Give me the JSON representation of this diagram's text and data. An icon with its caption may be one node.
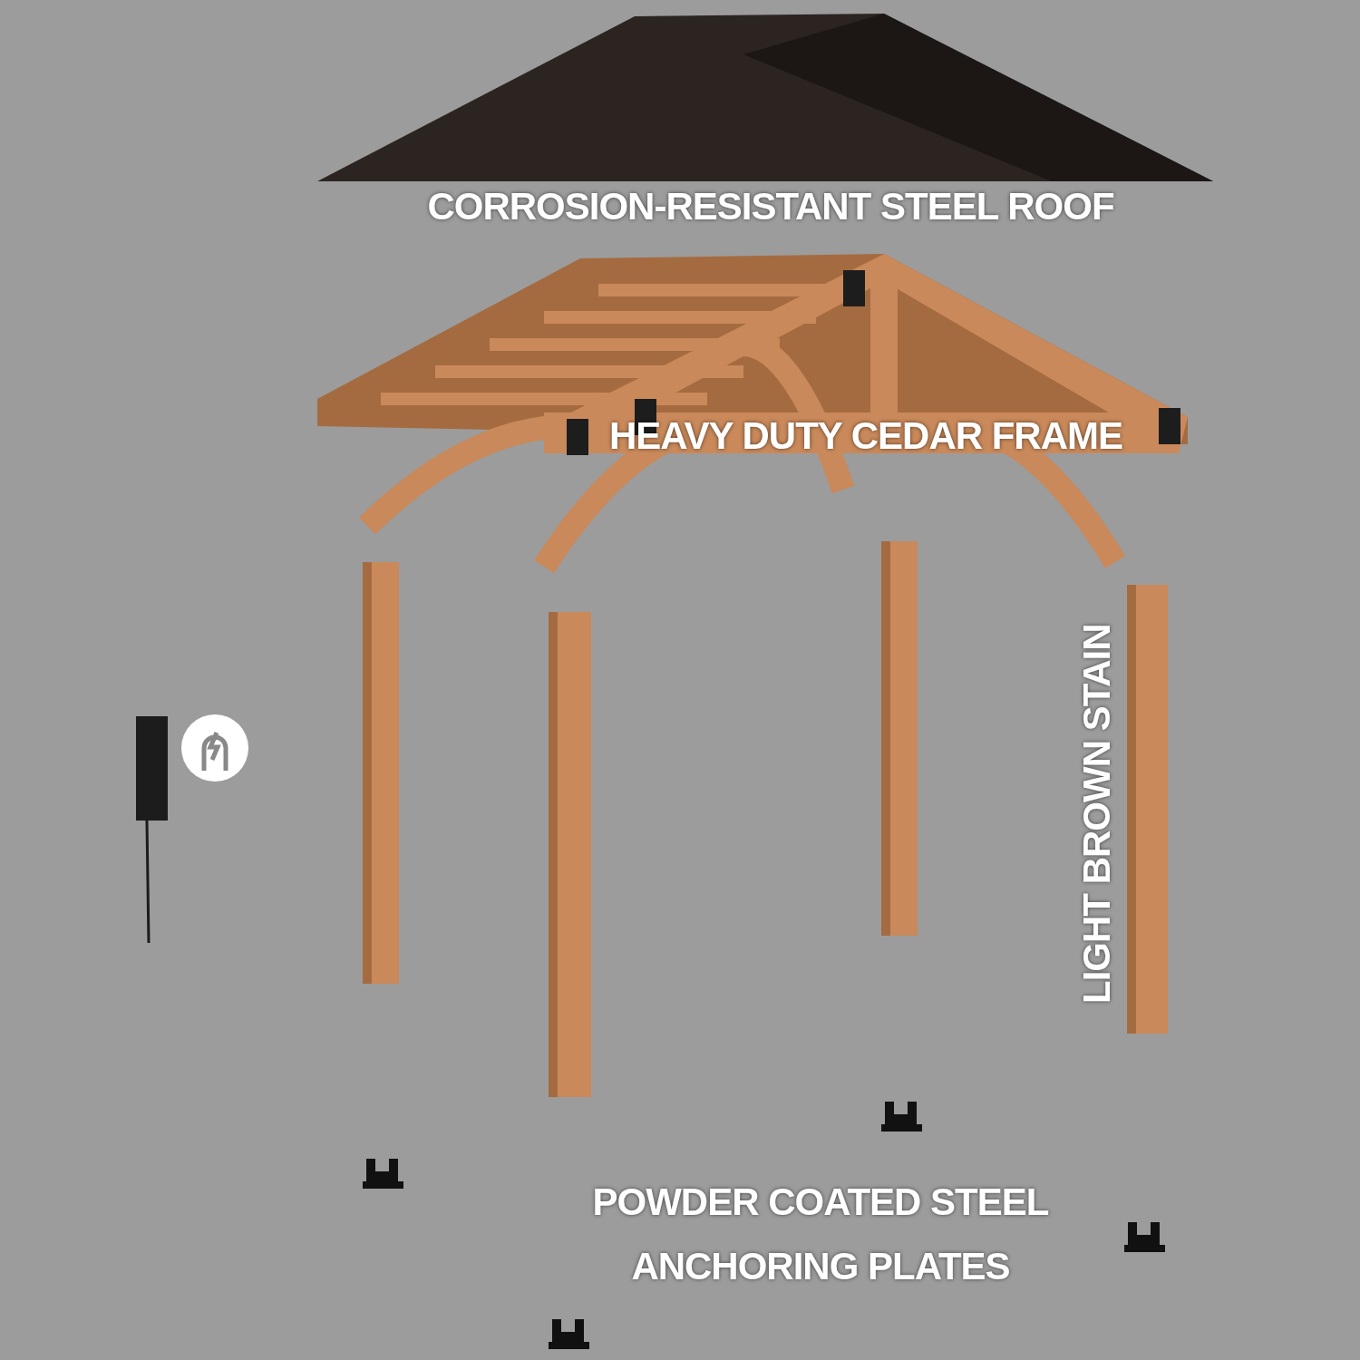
{
  "diagram": {
    "labels": [
      "CORROSION-RESISTANT STEEL ROOF",
      "HEAVY DUTY CEDAR FRAME",
      "LIGHT BROWN STAIN",
      "POWDER COATED STEEL ANCHORING PLATES"
    ]
  }
}
